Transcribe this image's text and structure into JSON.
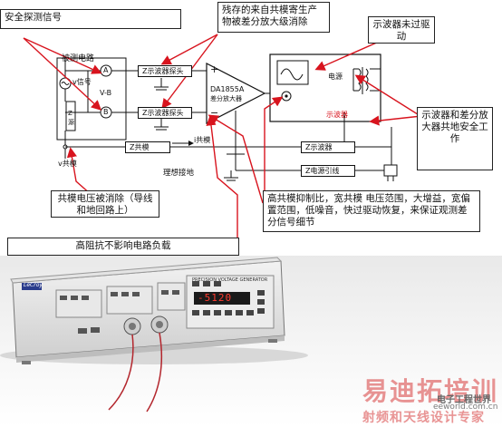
{
  "callouts": {
    "safe_probe": "安全探测信号",
    "residual_cm": "残存的来自共模寄生产物被差分放大级消除",
    "scope_no_overdrive": "示波器未过驱动",
    "scope_common_ground": "示波器和差分放大器共地安全工作",
    "cm_rejected": "共模电压被消除（导线和地回路上）",
    "high_impedance": "高阻抗不影响电路负载",
    "features": "高共模抑制比，宽共模 电压范围，大增益，宽偏置范围，低噪音，快过驱动恢复，来保证观测差分信号细节"
  },
  "circuit": {
    "circuit_title": "被测电路",
    "v_signal": "v信号",
    "v_b": "V-B",
    "z_source": "Z源",
    "a_node": "A",
    "b_node": "B",
    "z_probe_a": "Z示波器探头",
    "z_probe_b": "Z示波器探头",
    "amp_name": "DA1855A",
    "amp_desc": "差分放大器",
    "plus": "+",
    "minus": "−",
    "z_common": "Z共模",
    "i_common": "i共模",
    "v_common": "v共模",
    "ideal_ground": "理想接地",
    "z_scope_ground": "Z示波器",
    "z_power_ground": "Z电源引线",
    "power": "电源",
    "scope": "示波器"
  },
  "photo": {
    "brand": "LeCroy",
    "panel_title": "PRECISION VOLTAGE GENERATOR",
    "readout": "-5120"
  },
  "watermark": {
    "line1": "易迪拓培训",
    "line2": "射频和天线设计专家",
    "site": "eeworld.com.cn",
    "cn_logo": "电子工程世界"
  },
  "colors": {
    "arrow": "#d8141e",
    "scope_label": "#d8141e"
  }
}
